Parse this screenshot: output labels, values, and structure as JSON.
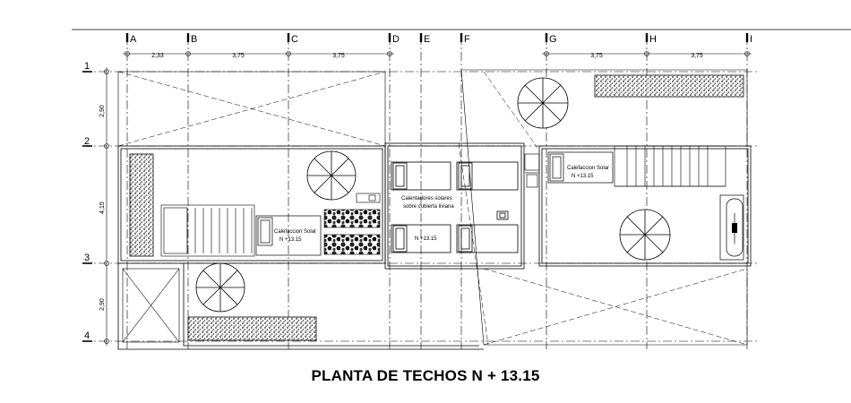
{
  "title": "PLANTA DE TECHOS N + 13.15",
  "grid_columns": [
    "A",
    "B",
    "C",
    "D",
    "E",
    "F",
    "G",
    "H",
    "I"
  ],
  "grid_rows": [
    "1",
    "2",
    "3",
    "4"
  ],
  "dimensions_top": [
    "2,33",
    "3,75",
    "3,75",
    "3,75",
    "3,75"
  ],
  "dimensions_left": [
    "2,90",
    "4,15",
    "2,90"
  ],
  "labels": {
    "calefon_left": "Calefaccion Solar",
    "level_left": "N +13.15",
    "calefon_right": "Calefaccion Solar",
    "level_right": "N +13.15",
    "heaters_line1": "Calentadores solares",
    "heaters_line2": "sobre cubierta liviana",
    "level_center": "N +13.15"
  }
}
